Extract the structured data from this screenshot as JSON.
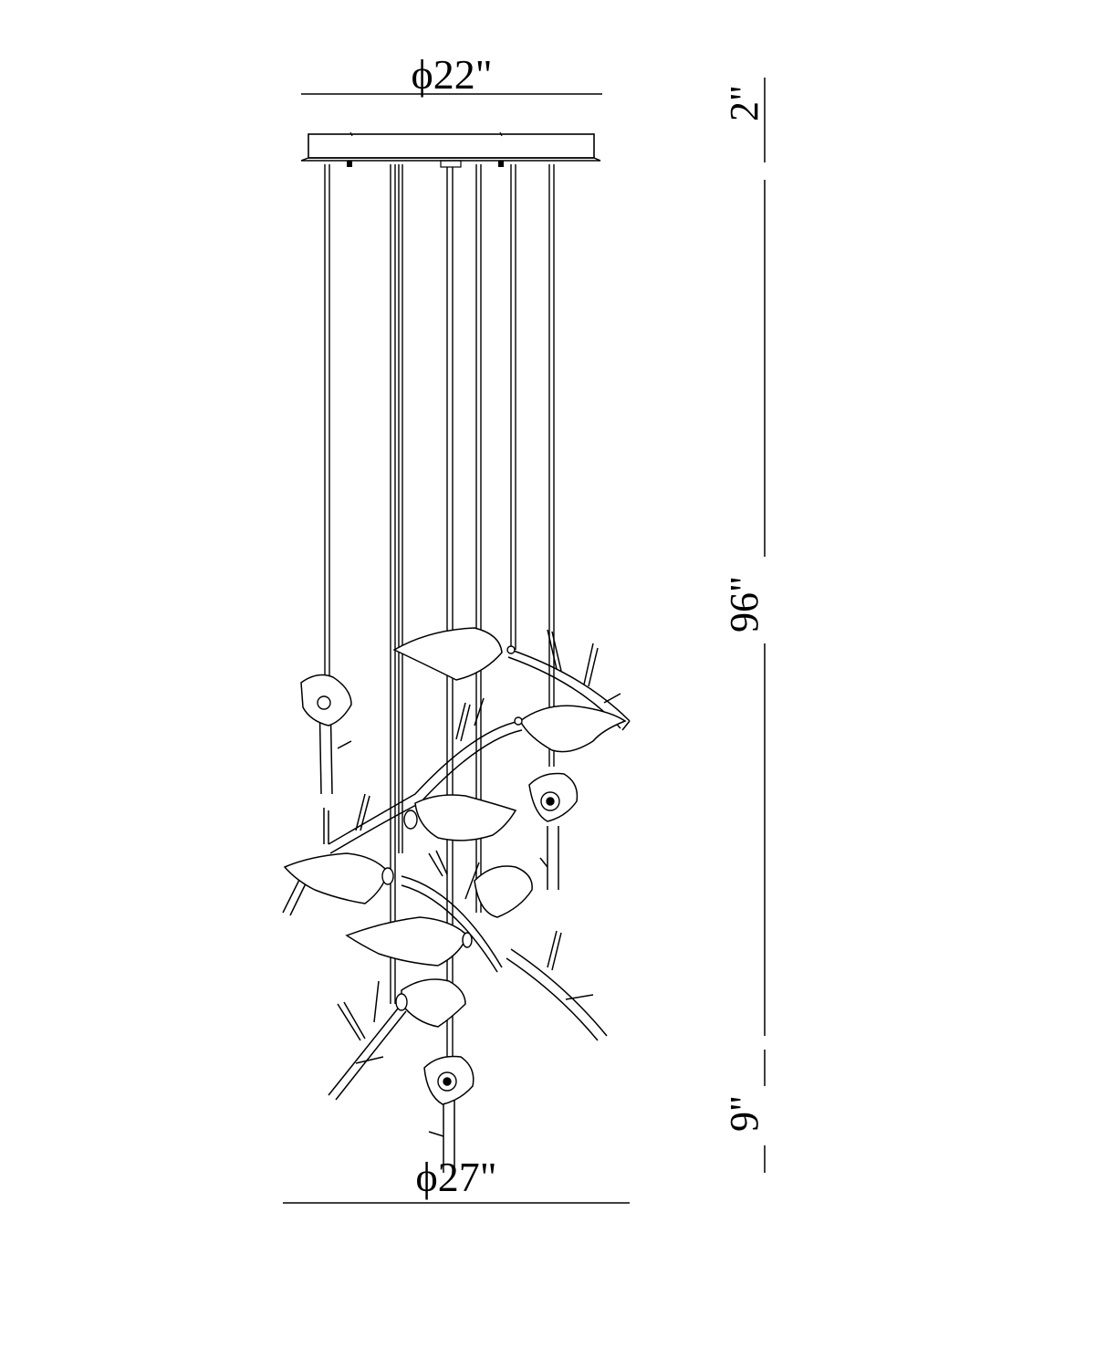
{
  "dimensions": {
    "canopy_diameter": "ϕ22\"",
    "canopy_height": "2\"",
    "overall_drop": "96\"",
    "fixture_height": "9\"",
    "fixture_diameter": "ϕ27\""
  },
  "colors": {
    "line": "#000000",
    "background": "#ffffff"
  }
}
